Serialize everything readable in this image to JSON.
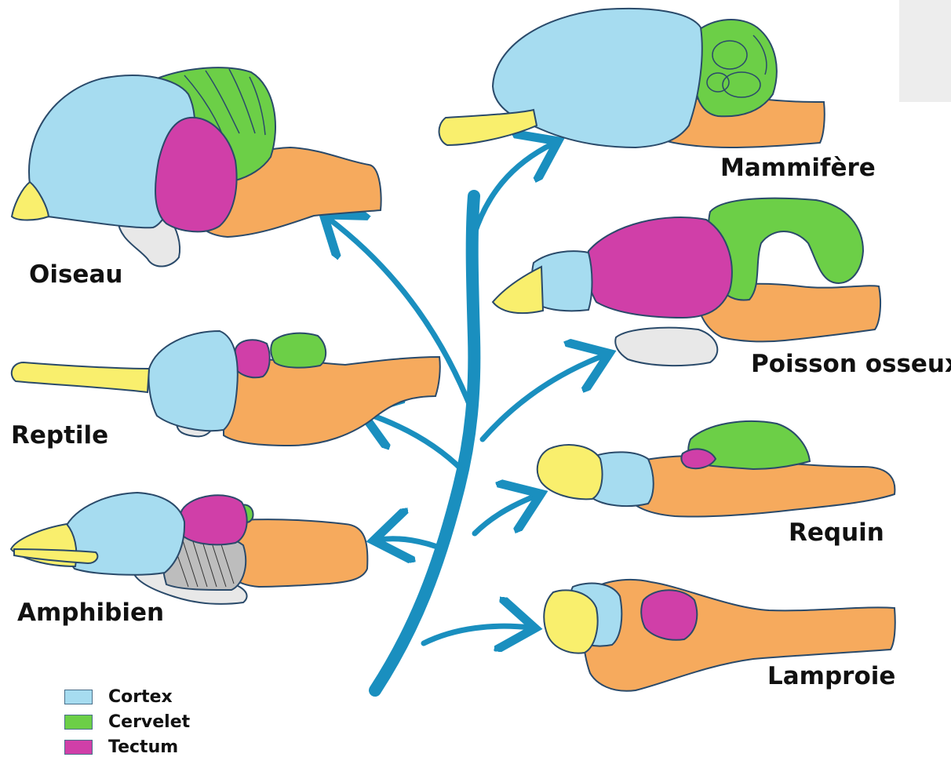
{
  "colors": {
    "cortex": "#a6dcf0",
    "cervelet": "#6ccf47",
    "tectum": "#d03fa8",
    "olfactory": "#f9ef6d",
    "brainstem": "#f6aa5d",
    "ventral": "#e8e8e8",
    "tree": "#1a8fbf",
    "outline": "#2a4a6a"
  },
  "labels": {
    "oiseau": "Oiseau",
    "reptile": "Reptile",
    "amphibien": "Amphibien",
    "mammifere": "Mammifère",
    "poisson": "Poisson osseux",
    "requin": "Requin",
    "lamproie": "Lamproie"
  },
  "legend": [
    {
      "label": "Cortex",
      "color": "#a6dcf0"
    },
    {
      "label": "Cervelet",
      "color": "#6ccf47"
    },
    {
      "label": "Tectum",
      "color": "#d03fa8"
    }
  ]
}
